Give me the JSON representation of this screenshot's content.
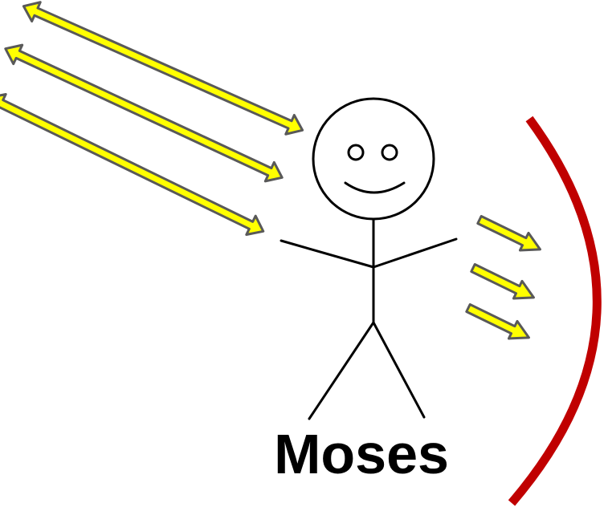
{
  "figure": {
    "label": "Moses"
  },
  "colors": {
    "arrow_fill": "#ffff00",
    "arrow_stroke": "#595959",
    "figure_stroke": "#000000",
    "arc_stroke": "#c00000",
    "label_color": "#000000",
    "background": "#ffffff"
  },
  "icons": {
    "incoming_arrows": "double-headed-arrow",
    "outgoing_arrows": "right-arrow",
    "barrier": "arc"
  }
}
